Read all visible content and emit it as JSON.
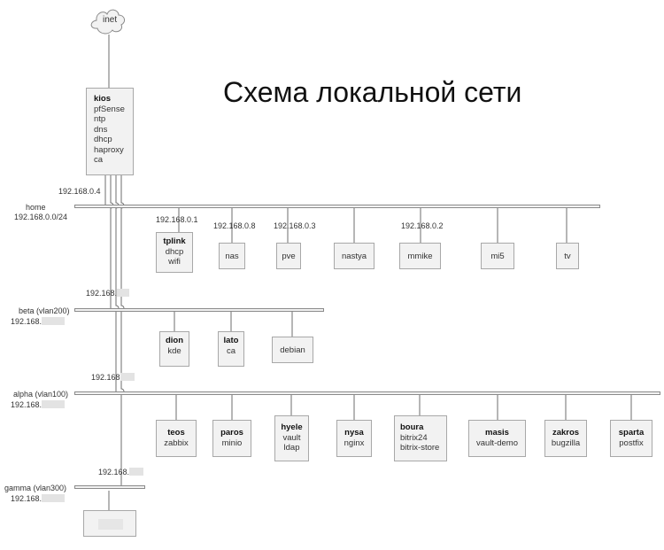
{
  "title": "Схема локальной сети",
  "cloud": {
    "label": "inet"
  },
  "router": {
    "name": "kios",
    "services": [
      "pfSense",
      "ntp",
      "dns",
      "dhcp",
      "haproxy",
      "ca"
    ]
  },
  "networks": [
    {
      "id": "home",
      "name": "home",
      "subnet": "192.168.0.0/24",
      "gateway_ip": "192.168.0.4",
      "hosts": [
        {
          "name": "tplink",
          "services": [
            "dhcp",
            "wifi"
          ],
          "ip": "192.168.0.1"
        },
        {
          "name": "nas",
          "services": [],
          "ip": "192.168.0.8"
        },
        {
          "name": "pve",
          "services": [],
          "ip": "192.168.0.3"
        },
        {
          "name": "nastya",
          "services": [],
          "ip": ""
        },
        {
          "name": "mmike",
          "services": [],
          "ip": "192.168.0.2"
        },
        {
          "name": "mi5",
          "services": [],
          "ip": ""
        },
        {
          "name": "tv",
          "services": [],
          "ip": ""
        }
      ]
    },
    {
      "id": "beta",
      "name": "beta (vlan200)",
      "subnet": "192.168.",
      "gateway_ip": "192.168.",
      "hosts": [
        {
          "name": "dion",
          "services": [
            "kde"
          ],
          "ip": ""
        },
        {
          "name": "lato",
          "services": [
            "ca"
          ],
          "ip": ""
        },
        {
          "name": "debian",
          "services": [],
          "ip": ""
        }
      ]
    },
    {
      "id": "alpha",
      "name": "alpha (vlan100)",
      "subnet": "192.168.",
      "gateway_ip": "192.168",
      "hosts": [
        {
          "name": "teos",
          "services": [
            "zabbix"
          ],
          "ip": ""
        },
        {
          "name": "paros",
          "services": [
            "minio"
          ],
          "ip": ""
        },
        {
          "name": "hyele",
          "services": [
            "vault",
            "ldap"
          ],
          "ip": ""
        },
        {
          "name": "nysa",
          "services": [
            "nginx"
          ],
          "ip": ""
        },
        {
          "name": "boura",
          "services": [
            "bitrix24",
            "bitrix-store"
          ],
          "ip": ""
        },
        {
          "name": "masis",
          "services": [
            "vault-demo"
          ],
          "ip": ""
        },
        {
          "name": "zakros",
          "services": [
            "bugzilla"
          ],
          "ip": ""
        },
        {
          "name": "sparta",
          "services": [
            "postfix"
          ],
          "ip": ""
        }
      ]
    },
    {
      "id": "gamma",
      "name": "gamma (vlan300)",
      "subnet": "192.168.",
      "gateway_ip": "192.168.",
      "hosts": [
        {
          "name": "",
          "services": [],
          "ip": ""
        }
      ]
    }
  ],
  "colors": {
    "line": "#6e6e6e",
    "box_fill": "#f2f2f2",
    "box_border": "#a8a8a8",
    "redaction": "#e6e6e6"
  }
}
